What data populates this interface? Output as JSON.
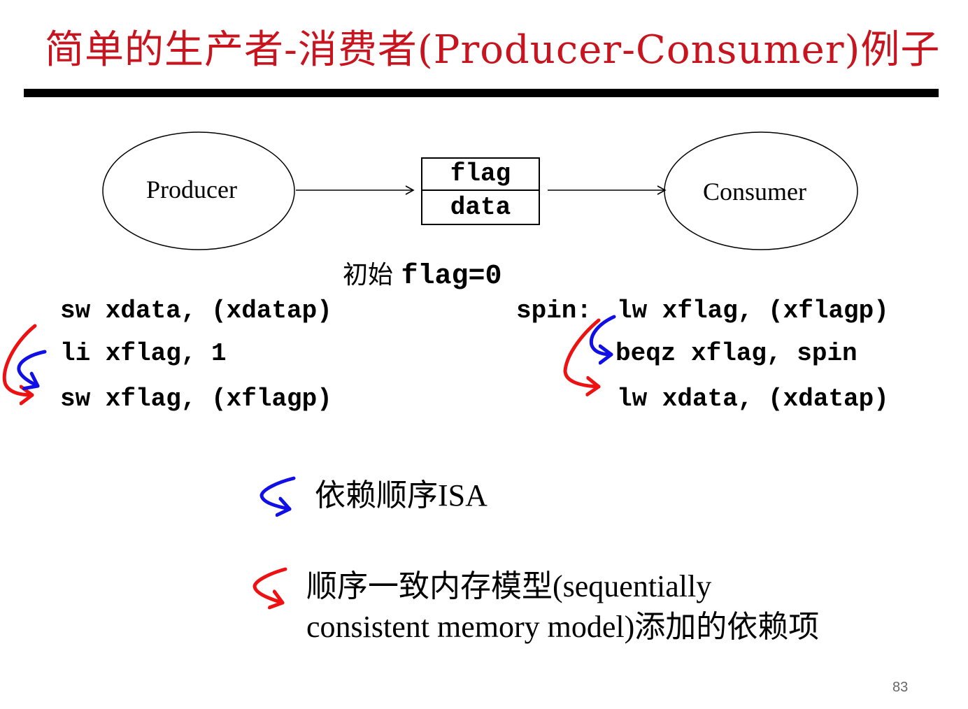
{
  "title": "简单的生产者-消费者(Producer-Consumer)例子",
  "diagram": {
    "producer_label": "Producer",
    "consumer_label": "Consumer",
    "buffer_fields": [
      "flag",
      "data"
    ]
  },
  "init": {
    "prefix": "初始",
    "code": "flag=0"
  },
  "producer_code": [
    "sw xdata, (xdatap)",
    "li xflag, 1",
    "sw xflag, (xflagp)"
  ],
  "consumer_code": {
    "label": "spin:",
    "lines": [
      "lw xflag, (xflagp)",
      "beqz xflag, spin",
      "lw xdata, (xdatap)"
    ]
  },
  "legend": {
    "isa_dependency": "依赖顺序ISA",
    "sc_dependency_line1": "顺序一致内存模型(sequentially",
    "sc_dependency_line2": "consistent memory model)添加的依赖项"
  },
  "colors": {
    "title": "#c8141e",
    "isa_arrow": "#1010e6",
    "sc_arrow": "#ee1111"
  },
  "page_number": "83"
}
